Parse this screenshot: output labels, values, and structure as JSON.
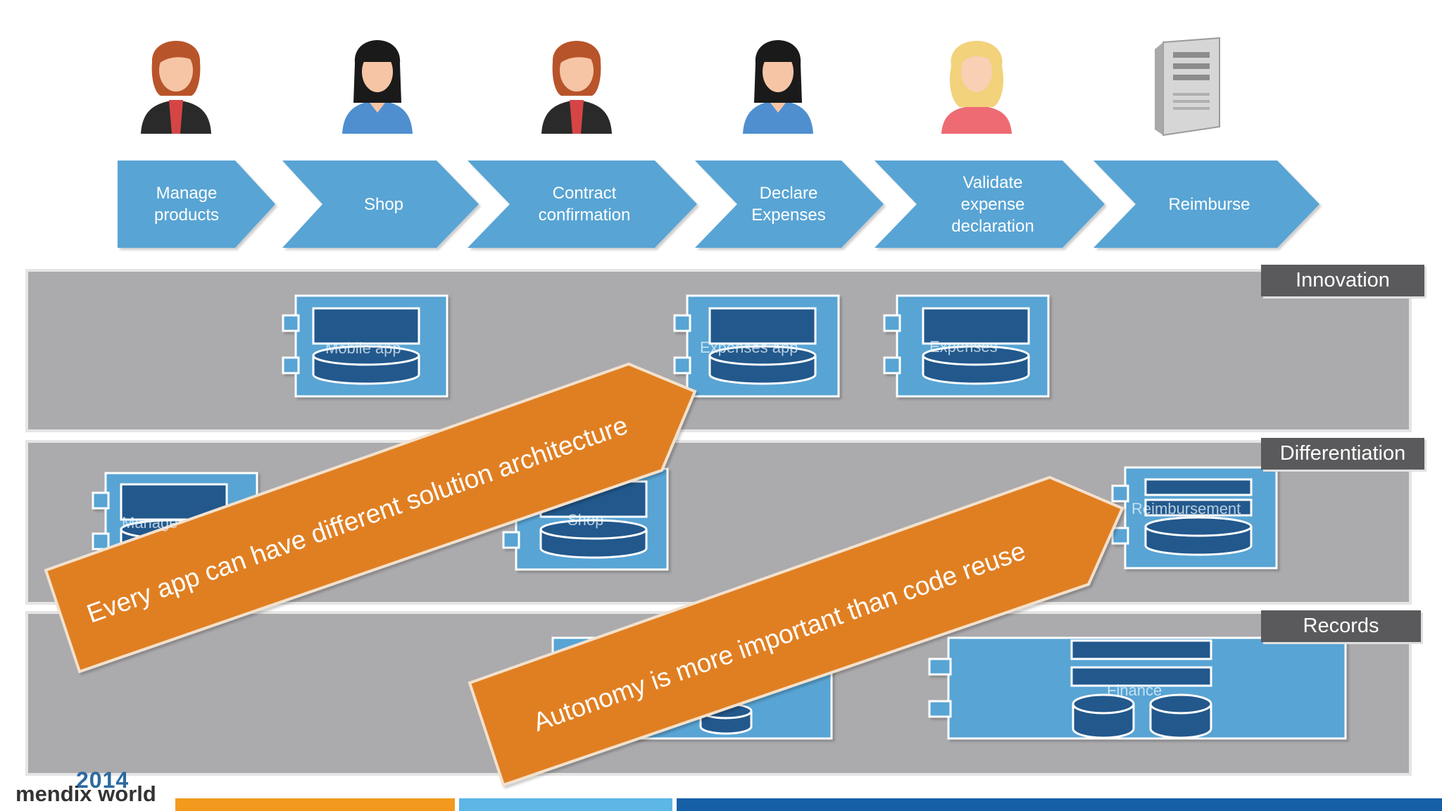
{
  "steps": [
    {
      "label": "Manage\nproducts",
      "persona": "businesswoman"
    },
    {
      "label": "Shop",
      "persona": "woman-dark-hair"
    },
    {
      "label": "Contract\nconfirmation",
      "persona": "businesswoman"
    },
    {
      "label": "Declare\nExpenses",
      "persona": "woman-dark-hair"
    },
    {
      "label": "Validate\nexpense\ndeclaration",
      "persona": "woman-blonde"
    },
    {
      "label": "Reimburse",
      "persona": "server"
    }
  ],
  "layers": [
    {
      "name": "Innovation"
    },
    {
      "name": "Differentiation"
    },
    {
      "name": "Records"
    }
  ],
  "modules": {
    "innovation_1": "Mobile app",
    "innovation_2": "Expenses app",
    "innovation_3": "Expenses",
    "differentiation_1": "Manage",
    "differentiation_2": "Shop",
    "differentiation_3": "Reimbursement",
    "records_2": "Finance"
  },
  "banners": [
    "Every app can have different solution architecture",
    "Autonomy is more important than code reuse"
  ],
  "logo": {
    "year": "2014",
    "name": "mendix world"
  },
  "colors": {
    "chevron": "#58a4d4",
    "layer": "#abaaad",
    "module": "#58a4d4",
    "module_dark": "#21588c",
    "banner": "#e07f24",
    "tab": "#5a5a5c",
    "footer_orange": "#f39a1e",
    "footer_light": "#5cb6e6",
    "footer_dark": "#1660a8"
  }
}
